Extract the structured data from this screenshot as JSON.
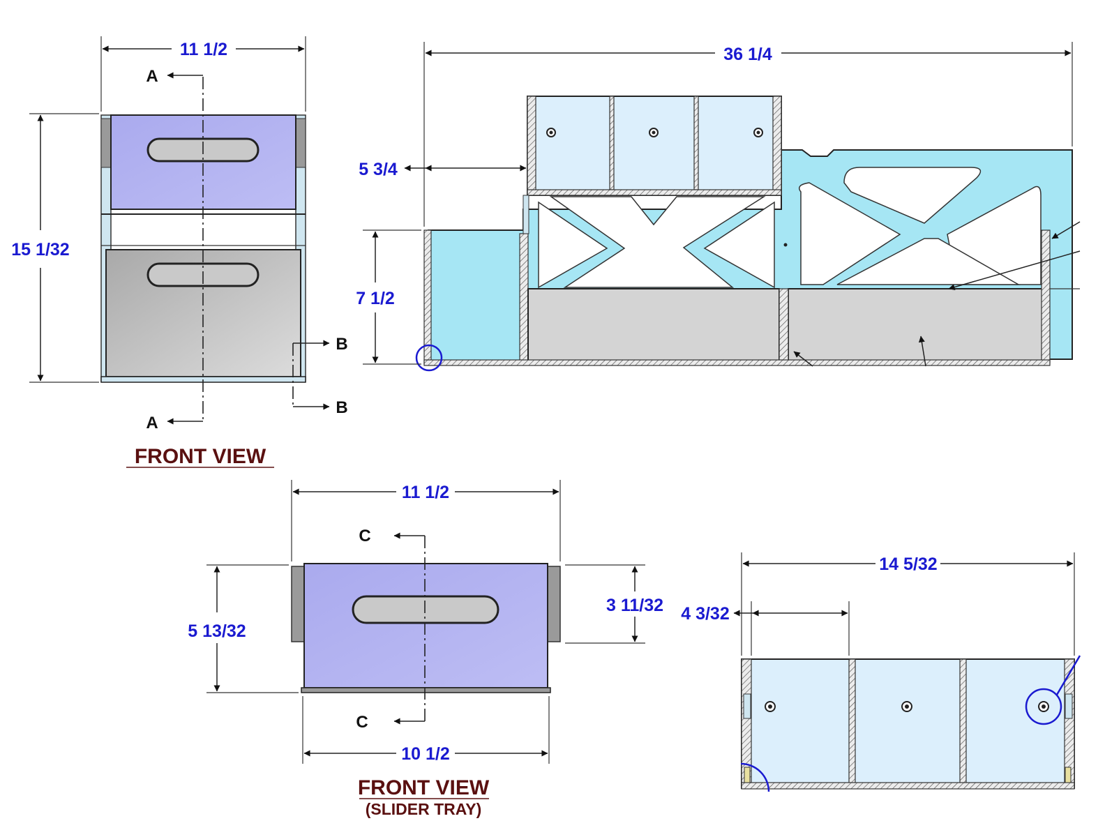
{
  "drawing": {
    "views": {
      "front_view": {
        "title": "FRONT VIEW",
        "dims": {
          "width": "11 1/2",
          "height": "15 1/32"
        },
        "section_labels": {
          "a_top": "A",
          "a_bottom": "A",
          "b_top": "B",
          "b_bottom": "B"
        }
      },
      "section_view": {
        "dims": {
          "length": "36 1/4",
          "upper_offset": "5 3/4",
          "lower_height": "7 1/2"
        }
      },
      "slider_tray_view": {
        "title": "FRONT VIEW",
        "subtitle": "(SLIDER TRAY)",
        "dims": {
          "top_width": "11 1/2",
          "bottom_width": "10 1/2",
          "overall_height": "5 13/32",
          "inner_height": "3 11/32"
        },
        "section_labels": {
          "c_top": "C",
          "c_bottom": "C"
        }
      },
      "tray_section_view": {
        "dims": {
          "overall_width": "14 5/32",
          "pocket_width": "4 3/32"
        }
      }
    },
    "colors": {
      "dimension": "#1a1ad0",
      "title": "#5a1010",
      "lavender_panel": "#b3b3f0",
      "light_blue_panel": "#dceffc",
      "cyan_frame": "#a6e6f4",
      "gray_panel": "#c4c4c4"
    }
  }
}
